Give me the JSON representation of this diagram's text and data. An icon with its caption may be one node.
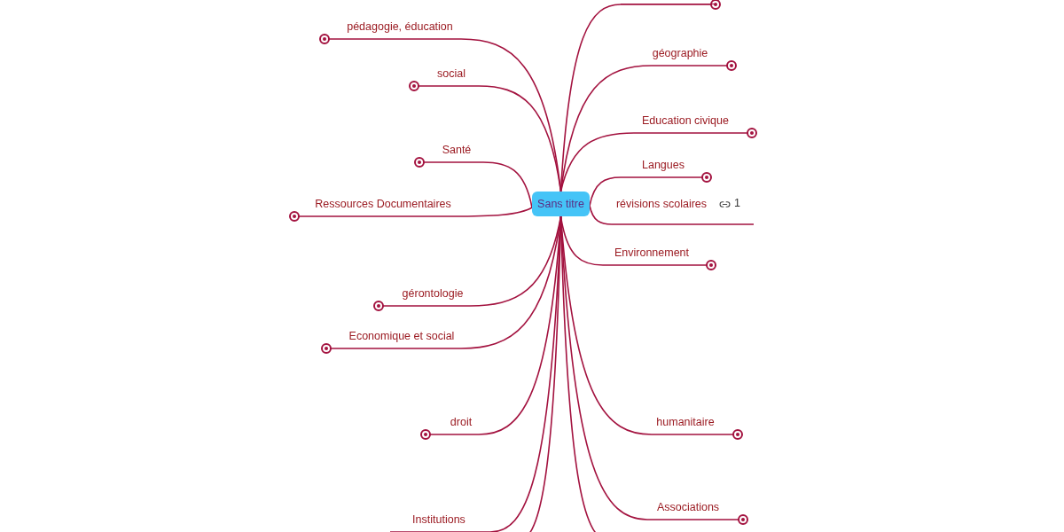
{
  "diagram": {
    "nodes": [
      {
        "text": [
          "Sans titre"
        ]
      },
      {
        "text": [
          "pédagogie, éducation"
        ]
      },
      {
        "text": [
          "social"
        ]
      },
      {
        "text": [
          "Santé"
        ]
      },
      {
        "text": [
          "Ressources Documentaires"
        ]
      },
      {
        "text": [
          "gérontologie"
        ]
      },
      {
        "text": [
          "Economique et social"
        ]
      },
      {
        "text": [
          "droit"
        ]
      },
      {
        "text": [
          "Institutions"
        ]
      },
      {
        "text": [],
        "shape": "bar"
      },
      {
        "text": [
          "géographie"
        ]
      },
      {
        "text": [
          "Education civique"
        ]
      },
      {
        "text": [
          "Langues"
        ]
      },
      {
        "text": [
          "révisions scolaires"
        ],
        "beside": [
          "1"
        ]
      },
      {
        "text": [
          "Environnement"
        ]
      },
      {
        "text": [
          "humanitaire"
        ]
      },
      {
        "text": [
          "Associations"
        ]
      }
    ],
    "edges": [
      {
        "from": 0,
        "to": 1,
        "arrow": "other"
      },
      {
        "from": 0,
        "to": 2,
        "arrow": "other"
      },
      {
        "from": 0,
        "to": 3,
        "arrow": "other"
      },
      {
        "from": 0,
        "to": 4,
        "arrow": "other"
      },
      {
        "from": 0,
        "to": 5,
        "arrow": "other"
      },
      {
        "from": 0,
        "to": 6,
        "arrow": "other"
      },
      {
        "from": 0,
        "to": 7,
        "arrow": "other"
      },
      {
        "from": 0,
        "to": 8,
        "arrow": "none"
      },
      {
        "from": 0,
        "to": null,
        "arrow": "none"
      },
      {
        "from": 0,
        "to": 9,
        "arrow": "other"
      },
      {
        "from": 0,
        "to": 10,
        "arrow": "other"
      },
      {
        "from": 0,
        "to": 11,
        "arrow": "other"
      },
      {
        "from": 0,
        "to": 12,
        "arrow": "other"
      },
      {
        "from": 0,
        "to": 13,
        "arrow": "none"
      },
      {
        "from": 0,
        "to": 14,
        "arrow": "other"
      },
      {
        "from": 0,
        "to": 15,
        "arrow": "other"
      },
      {
        "from": 0,
        "to": 16,
        "arrow": "other"
      },
      {
        "from": 0,
        "to": null,
        "arrow": "none"
      }
    ]
  }
}
